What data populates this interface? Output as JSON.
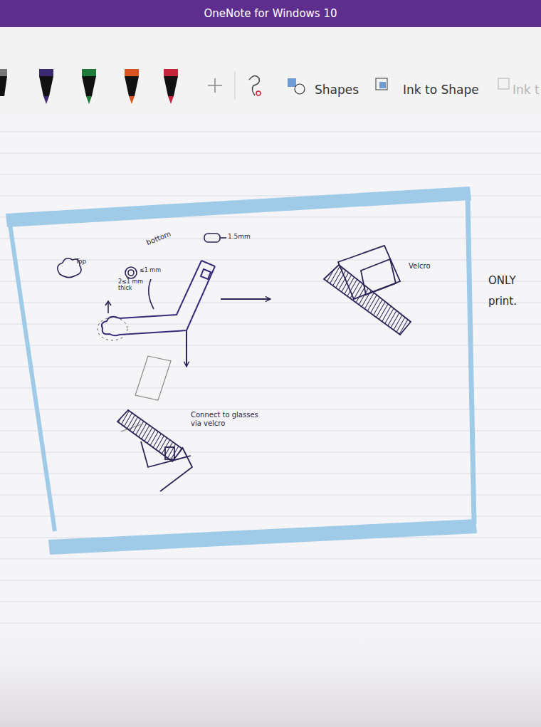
{
  "diagram": {
    "title": "OneNote for Windows 10",
    "nodes": [
      {
        "text": [
          "Top",
          "bottom",
          "≤1 mm",
          "2≤1 mm thick",
          "1.5mm"
        ]
      },
      {
        "text": [
          "Velcro"
        ]
      },
      {
        "text": [
          "Connect to glasses via velcro"
        ]
      }
    ],
    "edges": [
      {
        "from": 0,
        "to": 1,
        "arrow": "to"
      },
      {
        "from": 0,
        "to": 2,
        "arrow": "to"
      }
    ],
    "labels": [
      "Shapes",
      "Ink to Shape",
      "Ink t",
      "ONLY print."
    ]
  }
}
